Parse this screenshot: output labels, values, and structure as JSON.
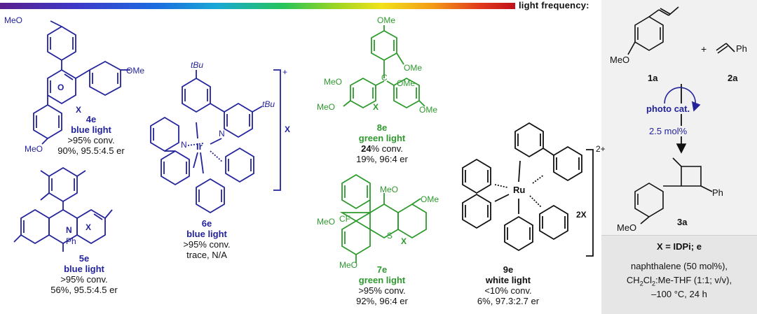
{
  "header": {
    "freq_label": "light frequency:"
  },
  "catalysts": [
    {
      "id": "4e",
      "light": "blue light",
      "conv": ">95% conv.",
      "yield_er": "90%, 95.5:4.5 er"
    },
    {
      "id": "5e",
      "light": "blue light",
      "conv": ">95% conv.",
      "yield_er": "56%, 95.5:4.5 er"
    },
    {
      "id": "6e",
      "light": "blue light",
      "conv": ">95% conv.",
      "yield_er": "trace, N/A"
    },
    {
      "id": "8e",
      "light": "green light",
      "conv_num": "24",
      "conv_rest": "% conv.",
      "yield_er": "19%, 96:4 er"
    },
    {
      "id": "7e",
      "light": "green light",
      "conv": ">95% conv.",
      "yield_er": "92%, 96:4 er"
    },
    {
      "id": "9e",
      "light": "white light",
      "conv": "<10% conv.",
      "yield_er": "6%, 97.3:2.7 er"
    }
  ],
  "atoms": {
    "ome": "OMe",
    "meo": "MeO",
    "x": "X",
    "tbu": "tBu",
    "n": "N",
    "ir": "Ir",
    "ru": "Ru",
    "ph": "Ph",
    "c": "C",
    "s": "S",
    "o": "O",
    "cf3": "CF",
    "charge_plus": "+",
    "charge_2plus": "2+",
    "two_x": "2X",
    "minus": "–"
  },
  "reaction": {
    "reactant1": "1a",
    "reactant2": "2a",
    "plus": "+",
    "product": "3a",
    "catalyst_label": "photo cat.",
    "loading": "2.5 mol%",
    "meo": "MeO",
    "ph": "Ph"
  },
  "conditions": {
    "x_def": "X = IDPi; e",
    "line1": "naphthalene (50 mol%),",
    "line2_a": "CH",
    "line2_b": "Cl",
    "line2_c": ":Me-THF (1:1; v/v),",
    "line3": "–100 °C, 24 h"
  }
}
